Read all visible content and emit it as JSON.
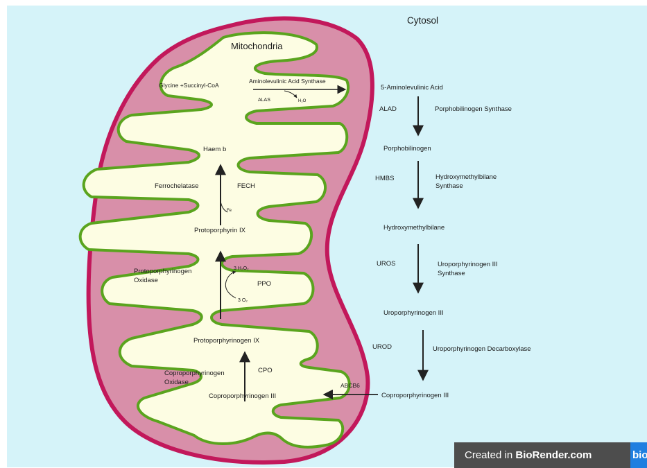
{
  "labels": {
    "cytosol": "Cytosol",
    "mitochondria": "Mitochondria",
    "glycine": "Glycine +Succinyl-CoA",
    "alas_enzyme": "Aminolevulinic Acid Synthase",
    "alas": "ALAS",
    "h2o": "H₂O",
    "haem_b": "Haem b",
    "ferrochelatase": "Ferrochelatase",
    "fech": "FECH",
    "fe": "Fe",
    "protoporphyrin_ix": "Protoporphyrin IX",
    "ppo_name_1": "Protoporphyrinogen",
    "ppo_name_2": "Oxidase",
    "h2o2": "3 H₂O₂",
    "ppo": "PPO",
    "o2": "3 O₂",
    "protoporphyrinogen_ix": "Protoporphyrinogen IX",
    "cpo_name_1": "Coproporphyrinogen",
    "cpo_name_2": "Oxidase",
    "cpo": "CPO",
    "coproporphyrinogen_in": "Coproporphyrinogen III",
    "abcb6": "ABCB6",
    "ala": "5-Aminolevulinic Acid",
    "alad": "ALAD",
    "alad_name": "Porphobilinogen Synthase",
    "porphobilinogen": "Porphobilinogen",
    "hmbs": "HMBS",
    "hmbs_name_1": "Hydroxymethylbilane",
    "hmbs_name_2": "Synthase",
    "hydroxymethylbilane": "Hydroxymethylbilane",
    "uros": "UROS",
    "uros_name_1": "Uroporphyrinogen III",
    "uros_name_2": "Synthase",
    "uroporphyrinogen": "Uroporphyrinogen III",
    "urod": "UROD",
    "urod_name": "Uroporphyrinogen Decarboxylase",
    "coproporphyrinogen_out": "Coproporphyrinogen III"
  },
  "badge": {
    "prefix": "Created in ",
    "brand": "BioRender.com",
    "logo": "bio"
  },
  "colors": {
    "background": "#d5f3f9",
    "membrane_outer": "#c2185b",
    "intermembrane": "#d88fa9",
    "inner_membrane": "#5aa41e",
    "matrix": "#fdfde3",
    "arrow": "#222222",
    "badge_bg": "#4d4d4d"
  }
}
